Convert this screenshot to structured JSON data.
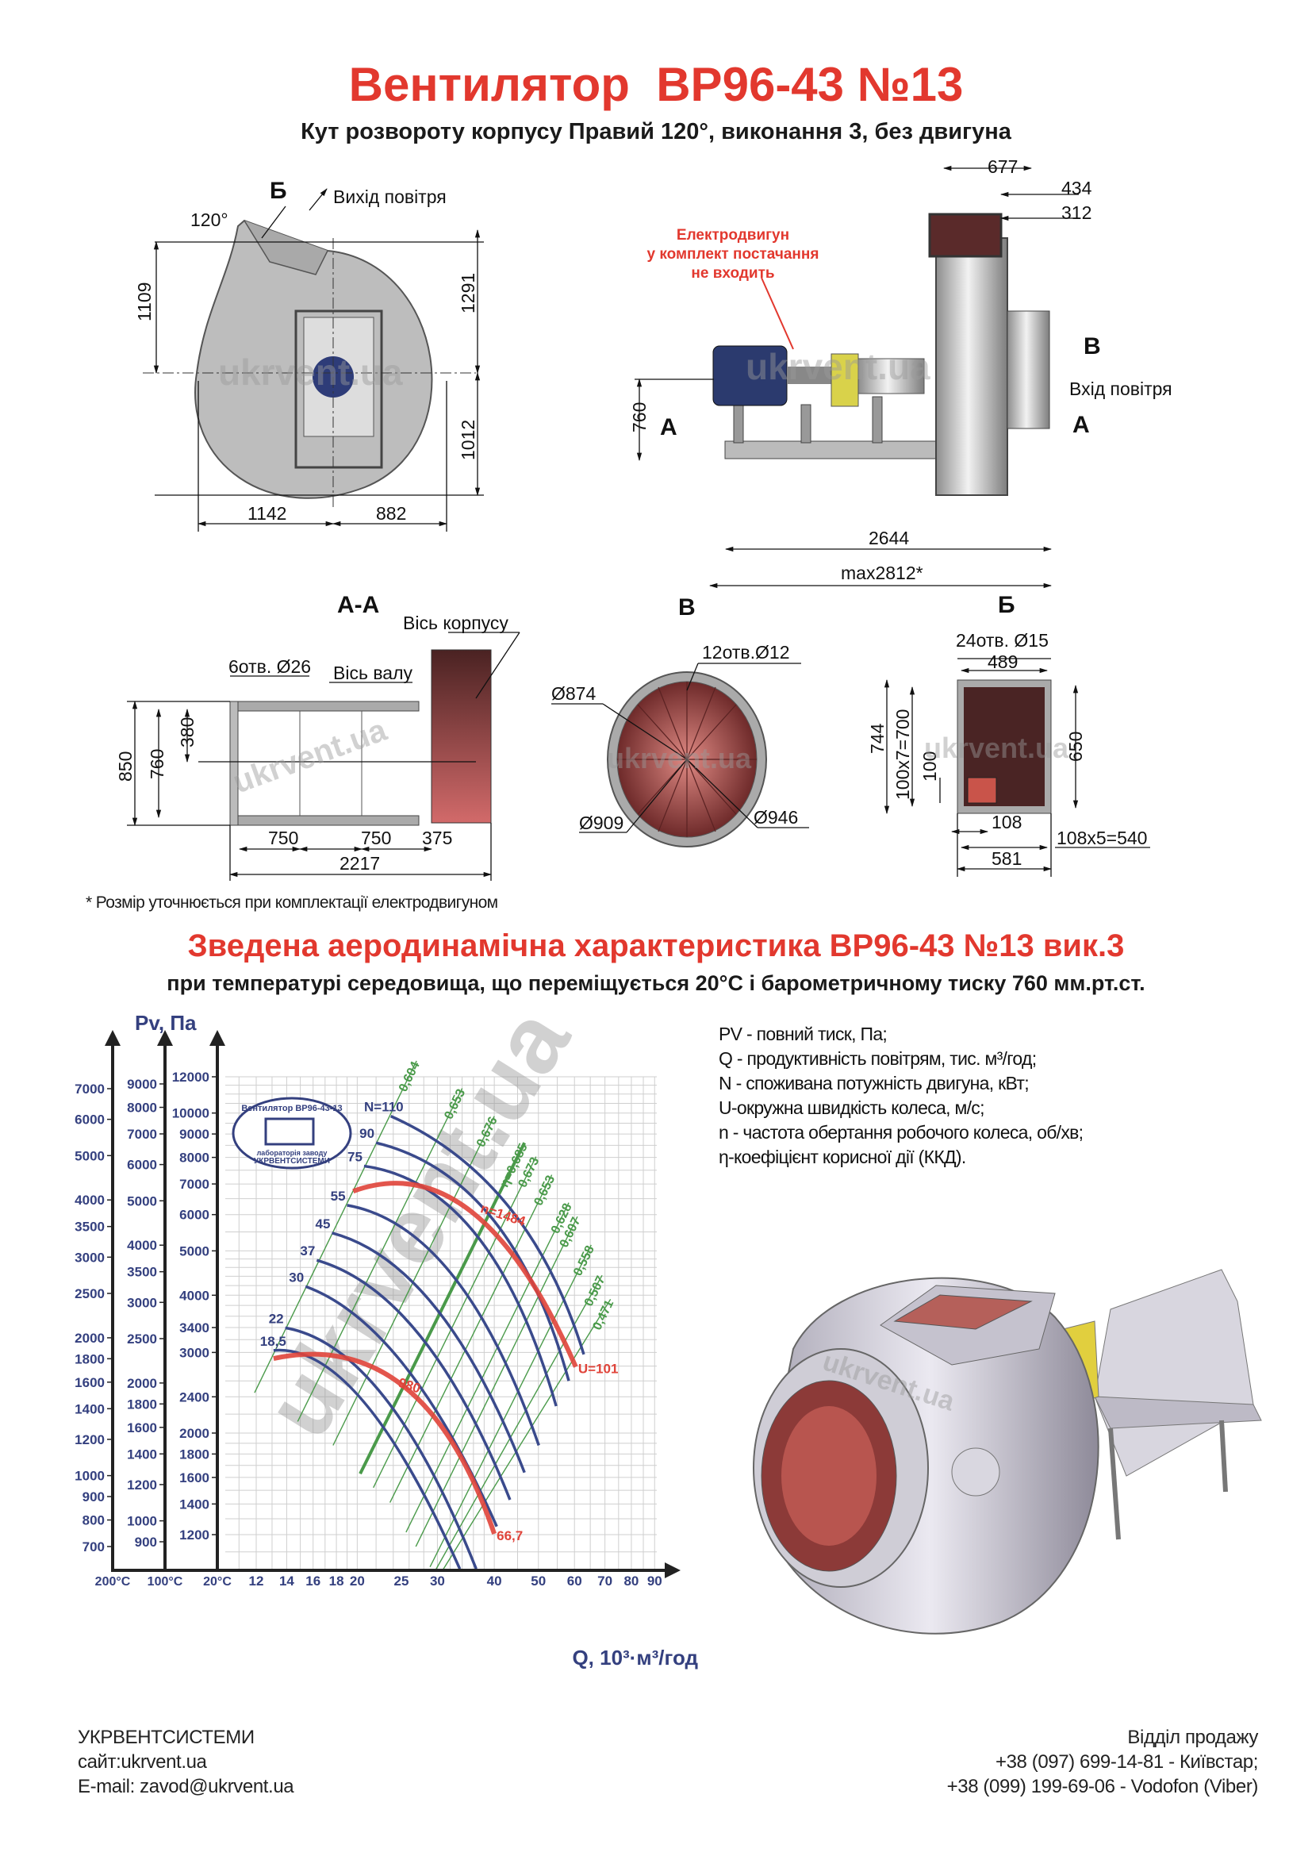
{
  "header": {
    "title": "Вентилятор  ВР96-43 №13",
    "subtitle": "Кут розвороту корпусу Правий 120°, виконання 3, без двигуна"
  },
  "drawings": {
    "front": {
      "section_mark": "Б",
      "outlet_label": "Вихід повітря",
      "angle": "120°",
      "dim_1109": "1109",
      "dim_1291": "1291",
      "dim_1012": "1012",
      "dim_1142": "1142",
      "dim_882": "882"
    },
    "side": {
      "dim_677": "677",
      "dim_434": "434",
      "dim_312": "312",
      "motor_note": [
        "Електродвигун",
        "у комплект постачання",
        "не входить"
      ],
      "mark_b": "B",
      "inlet_label": "Вхід повітря",
      "mark_a_left": "A",
      "mark_a_right": "A",
      "dim_760": "760",
      "dim_2644": "2644",
      "dim_max": "max2812*"
    },
    "section_aa": {
      "title": "A-A",
      "casing_axis": "Вісь корпусу",
      "holes": "6отв. Ø26",
      "shaft_axis": "Вісь валу",
      "dim_850": "850",
      "dim_760": "760",
      "dim_380": "380",
      "dim_750a": "750",
      "dim_750b": "750",
      "dim_375": "375",
      "dim_2217": "2217"
    },
    "view_b": {
      "title": "B",
      "holes": "12отв.Ø12",
      "d874": "Ø874",
      "d909": "Ø909",
      "d946": "Ø946"
    },
    "view_bb": {
      "title": "Б",
      "holes": "24отв. Ø15",
      "dim_489": "489",
      "dim_744": "744",
      "dim_700": "100x7=700",
      "dim_100": "100",
      "dim_650": "650",
      "dim_108": "108",
      "dim_540": "108x5=540",
      "dim_581": "581"
    },
    "watermark": "ukrvent.ua"
  },
  "footnote": "* Розмір уточнюється при комплектації електродвигуном",
  "chart_section": {
    "title": "Зведена аеродинамічна характеристика ВР96-43 №13 вик.3",
    "subtitle": "при температурі середовища, що переміщується 20°С і барометричному тиску 760 мм.рт.ст."
  },
  "legend": [
    "PV - повний тиск, Па;",
    "Q - продуктивність повітрям, тис. м³/год;",
    "N - споживана потужність двигуна, кВт;",
    "U-окружна швидкість колеса, м/с;",
    "n - частота обертання робочого колеса, об/хв;",
    "η-коефіцієнт корисної дії (ККД)."
  ],
  "stamp": {
    "top": "Вентилятор ВР96-43-13",
    "bottom1": "лабораторія заводу",
    "bottom2": "УКРВЕНТСИСТЕМИ"
  },
  "chart_data": {
    "type": "line",
    "title": "",
    "xlabel": "Q, 10³·м³/год",
    "ylabel": "Pv, Па",
    "x_scale": "log",
    "y_scale": "log",
    "xlim": [
      10,
      92
    ],
    "ylim": [
      1000,
      12000
    ],
    "grid": true,
    "x_ticks": [
      "12",
      "14",
      "16",
      "18",
      "20",
      "25",
      "30",
      "40",
      "50",
      "60",
      "70",
      "80",
      "90"
    ],
    "x_tick_values": [
      12,
      14,
      16,
      18,
      20,
      25,
      30,
      40,
      50,
      60,
      70,
      80,
      90
    ],
    "y_axes": [
      {
        "temperature": "200°C",
        "ticks": [
          7000,
          6000,
          5000,
          4000,
          3500,
          3000,
          2500,
          2000,
          1800,
          1600,
          1400,
          1200,
          1000,
          900,
          800,
          700
        ]
      },
      {
        "temperature": "100°C",
        "ticks": [
          9000,
          8000,
          7000,
          6000,
          5000,
          4000,
          3500,
          3000,
          2500,
          2000,
          1800,
          1600,
          1400,
          1200,
          1000,
          900
        ]
      },
      {
        "temperature": "20°C",
        "ticks": [
          12000,
          10000,
          9000,
          8000,
          7000,
          6000,
          5000,
          4000,
          3400,
          3000,
          2400,
          2000,
          1800,
          1600,
          1400,
          1200
        ]
      }
    ],
    "power_curves": [
      {
        "label": "N=110",
        "points": [
          [
            23.7,
            9843
          ],
          [
            43.0,
            6250
          ],
          [
            62.9,
            2970
          ]
        ]
      },
      {
        "label": "90",
        "points": [
          [
            22.0,
            8610
          ],
          [
            39.6,
            5880
          ],
          [
            58.3,
            2600
          ]
        ]
      },
      {
        "label": "75",
        "points": [
          [
            20.7,
            7660
          ],
          [
            36.5,
            5420
          ],
          [
            54.7,
            2290
          ]
        ]
      },
      {
        "label": "55",
        "points": [
          [
            19.0,
            6290
          ],
          [
            32.4,
            4420
          ],
          [
            50.1,
            1880
          ]
        ]
      },
      {
        "label": "45",
        "points": [
          [
            17.6,
            5470
          ],
          [
            29.7,
            3760
          ],
          [
            46.6,
            1640
          ]
        ]
      },
      {
        "label": "37",
        "points": [
          [
            16.3,
            4770
          ],
          [
            27.5,
            3260
          ],
          [
            43.3,
            1430
          ]
        ]
      },
      {
        "label": "30",
        "points": [
          [
            15.4,
            4180
          ],
          [
            25.3,
            2820
          ],
          [
            40.5,
            1250
          ]
        ]
      },
      {
        "label": "22",
        "points": [
          [
            13.9,
            3395
          ],
          [
            22.9,
            2400
          ],
          [
            36.5,
            1010
          ]
        ]
      },
      {
        "label": "18,5",
        "points": [
          [
            13.1,
            3030
          ],
          [
            20.6,
            2350
          ],
          [
            33.6,
            1010
          ]
        ]
      }
    ],
    "speed_curves": [
      {
        "label": "n=1484",
        "end_label": "U=101",
        "points": [
          [
            19.6,
            6750
          ],
          [
            35.7,
            6080
          ],
          [
            60.4,
            2790
          ]
        ]
      },
      {
        "label": "980",
        "end_label": "66,7",
        "points": [
          [
            13.1,
            2910
          ],
          [
            25.3,
            2530
          ],
          [
            40.0,
            1205
          ]
        ]
      }
    ],
    "efficiency_lines": [
      {
        "label": "0,604",
        "top": [
          27.0,
          13000
        ],
        "bottom": [
          11.9,
          2450
        ]
      },
      {
        "label": "0,653",
        "top": [
          34.0,
          11320
        ],
        "bottom": [
          14.8,
          2120
        ]
      },
      {
        "label": "0,676",
        "top": [
          40.0,
          9843
        ],
        "bottom": [
          17.7,
          1880
        ]
      },
      {
        "label": "η=0,685",
        "top": [
          46.6,
          8610
        ],
        "bottom": [
          20.3,
          1630
        ],
        "optimal": true
      },
      {
        "label": "0,673",
        "top": [
          49.4,
          8030
        ],
        "bottom": [
          21.7,
          1520
        ]
      },
      {
        "label": "0,653",
        "top": [
          53.5,
          7330
        ],
        "bottom": [
          23.6,
          1410
        ]
      },
      {
        "label": "0,628",
        "top": [
          58.3,
          6370
        ],
        "bottom": [
          25.6,
          1215
        ]
      },
      {
        "label": "0,607",
        "top": [
          60.9,
          5940
        ],
        "bottom": [
          26.9,
          1130
        ]
      },
      {
        "label": "0,558",
        "top": [
          65.3,
          5150
        ],
        "bottom": [
          28.9,
          1020
        ]
      },
      {
        "label": "0,507",
        "top": [
          69.0,
          4420
        ],
        "bottom": [
          29.7,
          1000
        ]
      },
      {
        "label": "0,471",
        "top": [
          72.0,
          3920
        ],
        "bottom": [
          30.8,
          1000
        ]
      }
    ]
  },
  "footer": {
    "company": "УКРВЕНТСИСТЕМИ",
    "site": "сайт:ukrvent.ua",
    "email": "E-mail: zavod@ukrvent.ua",
    "sales": "Відділ продажу",
    "phone1": "+38 (097) 699-14-81 - Київстар;",
    "phone2": "+38 (099) 199-69-06 - Vodofon (Viber)"
  },
  "colors": {
    "title_red": "#e2382e",
    "axis_navy": "#34407f",
    "power_blue": "#3a4a8c",
    "speed_red": "#e0443a",
    "efficiency_green": "#4a9a4a"
  }
}
